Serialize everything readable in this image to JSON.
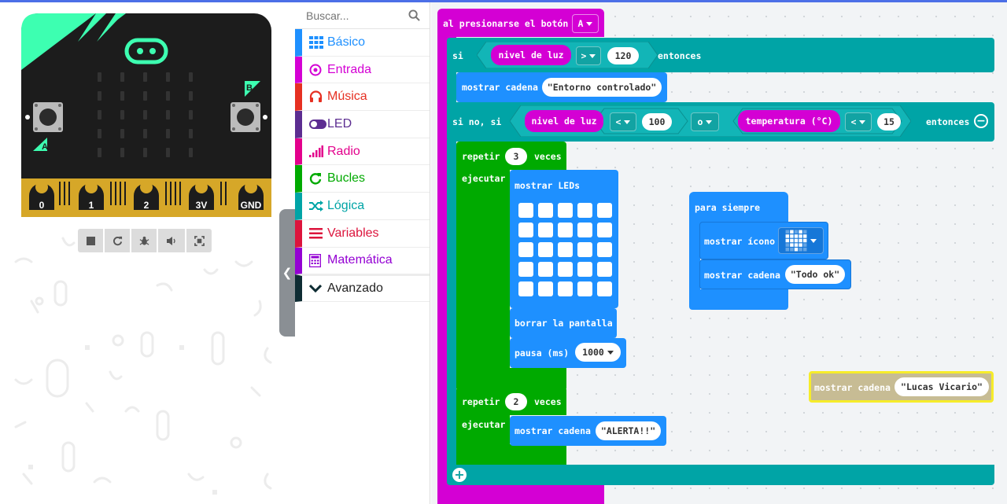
{
  "colors": {
    "basic": "#1e90ff",
    "input": "#d400d4",
    "music": "#e63022",
    "led": "#5c2d91",
    "radio": "#e3008c",
    "loops": "#00a4a6",
    "logic": "#00a4a6",
    "variables": "#dc143c",
    "math": "#9400d3",
    "advanced": "#0e2c33",
    "loops_green": "#00aa00",
    "disabled_block": "#c7bc94"
  },
  "simulator": {
    "board": {
      "button_a": "A",
      "button_b": "B",
      "pins": [
        "0",
        "1",
        "2",
        "3V",
        "GND"
      ]
    },
    "toolbar": {
      "stop_icon": "stop-icon",
      "restart_icon": "restart-icon",
      "debug_icon": "bug-icon",
      "sound_icon": "speaker-icon",
      "fullscreen_icon": "fullscreen-icon"
    }
  },
  "toolbox": {
    "search_placeholder": "Buscar...",
    "categories": [
      {
        "label": "Básico",
        "icon": "grid-icon"
      },
      {
        "label": "Entrada",
        "icon": "target-icon"
      },
      {
        "label": "Música",
        "icon": "headphones-icon"
      },
      {
        "label": "LED",
        "icon": "toggle-icon"
      },
      {
        "label": "Radio",
        "icon": "signal-bars-icon"
      },
      {
        "label": "Bucles",
        "icon": "refresh-icon"
      },
      {
        "label": "Lógica",
        "icon": "shuffle-icon"
      },
      {
        "label": "Variables",
        "icon": "lines-icon"
      },
      {
        "label": "Matemática",
        "icon": "calculator-icon"
      },
      {
        "label": "Avanzado",
        "icon": "chevron-down-icon"
      }
    ]
  },
  "workspace": {
    "event": {
      "label": "al presionarse el botón",
      "button": "A"
    },
    "if_block": {
      "si": "si",
      "sensor": "nivel de luz",
      "op": ">",
      "value": "120",
      "then": "entonces",
      "show_string_label": "mostrar cadena",
      "show_string_value": "Entorno controlado"
    },
    "else_if_block": {
      "label": "si no, si",
      "sensor1": "nivel de luz",
      "op1": "<",
      "value1": "100",
      "logic_op": "o",
      "sensor2": "temperatura (°C)",
      "op2": "<",
      "value2": "15",
      "then": "entonces"
    },
    "repeat1": {
      "repeat": "repetir",
      "times": "3",
      "veces": "veces",
      "do": "ejecutar",
      "show_leds": "mostrar LEDs",
      "clear": "borrar la pantalla",
      "pause_label": "pausa (ms)",
      "pause_value": "1000"
    },
    "repeat2": {
      "repeat": "repetir",
      "times": "2",
      "veces": "veces",
      "do": "ejecutar",
      "show_string_label": "mostrar cadena",
      "show_string_value": "ALERTA!!"
    },
    "forever": {
      "label": "para siempre",
      "show_icon_label": "mostrar ícono",
      "icon": "heart-icon",
      "show_string_label": "mostrar cadena",
      "show_string_value": "Todo ok"
    },
    "orphan": {
      "show_string_label": "mostrar cadena",
      "show_string_value": "Lucas Vicario"
    }
  }
}
